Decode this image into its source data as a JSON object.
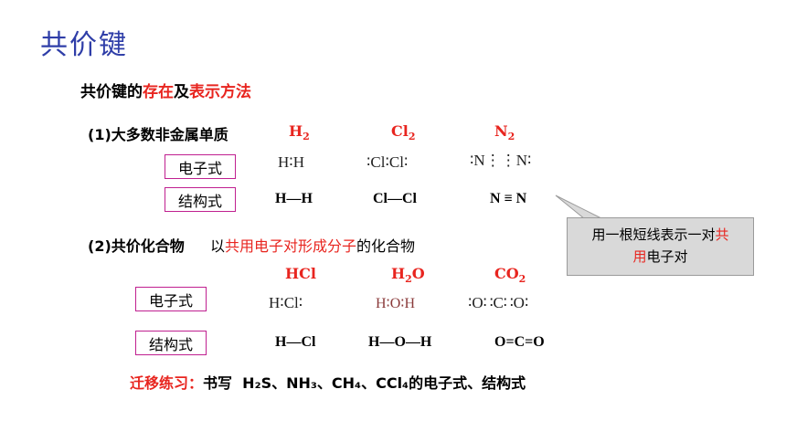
{
  "title": "共价键",
  "subtitle": {
    "prefix": "共价键的",
    "exist": "存在",
    "and": "及",
    "method": "表示方法"
  },
  "section1": {
    "label": "(1)大多数非金属单质",
    "formulas": [
      {
        "base": "H",
        "sub": "2"
      },
      {
        "base": "Cl",
        "sub": "2"
      },
      {
        "base": "N",
        "sub": "2"
      }
    ],
    "electron_label": "电子式",
    "structure_label": "结构式",
    "electron": [
      "H∶H",
      "∶Cl∶Cl∶",
      "∶N⋮⋮N∶"
    ],
    "structure": [
      "H—H",
      "Cl—Cl",
      "N ≡ N"
    ]
  },
  "section2": {
    "label": "(2)共价化合物",
    "desc_prefix": "以",
    "desc_highlight": "共用电子对形成分子",
    "desc_suffix": "的化合物",
    "formulas": [
      {
        "base": "HCl",
        "sub": ""
      },
      {
        "base": "H",
        "sub": "2",
        "tail": "O"
      },
      {
        "base": "CO",
        "sub": "2"
      }
    ],
    "electron_label": "电子式",
    "structure_label": "结构式",
    "electron": [
      "H∶Cl∶",
      "H∶O∶H",
      "∶O∷C∷O∶"
    ],
    "structure": [
      "H—Cl",
      "H—O—H",
      "O=C=O"
    ]
  },
  "callout": {
    "line1_prefix": "用一根短线表示一对",
    "line1_red": "共",
    "line2_red": "用",
    "line2_suffix": "电子对"
  },
  "exercise": {
    "label": "迁移练习：",
    "text": "书写 H",
    "species": [
      "H₂S",
      "NH₃",
      "CH₄",
      "CCl₄"
    ],
    "suffix": "的电子式、结构式"
  },
  "colors": {
    "title": "#2f3ea8",
    "accent": "#e8251f",
    "box_border": "#c02090",
    "callout_bg": "#d9d9d9"
  }
}
